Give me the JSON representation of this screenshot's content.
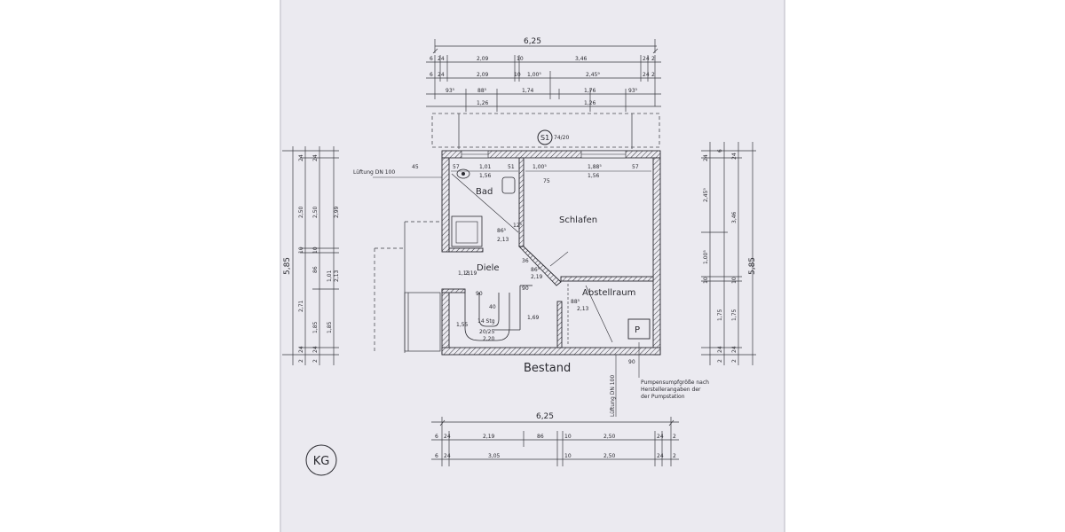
{
  "rooms": {
    "bad": "Bad",
    "schlafen": "Schlafen",
    "diele": "Diele",
    "abstellraum": "Abstellraum",
    "bestand": "Bestand"
  },
  "floor_label": "KG",
  "section_marker": {
    "label": "S1",
    "suffix": "74/20"
  },
  "pump_symbol": "P",
  "notes": {
    "lueftung_top": "Lüftung DN 100",
    "lueftung_bottom": "Lüftung DN 100",
    "pump_line1": "Pumpensumpfgröße nach",
    "pump_line2": "Herstellerangaben der",
    "pump_line3": "der Pumpstation"
  },
  "stair": {
    "count": "14 Stg",
    "ratio": "20/25",
    "length": "2,20"
  },
  "dims_top": {
    "total": "6,25",
    "row1": [
      "6",
      "24",
      "2,09",
      "10",
      "3,46",
      "24",
      "2"
    ],
    "row2": [
      "6",
      "24",
      "2,09",
      "10",
      "1,00⁵",
      "2,45⁹",
      "24",
      "2"
    ],
    "row3": [
      "93⁵",
      "88⁵",
      "1,74",
      "1,76",
      "93⁵"
    ],
    "row4": [
      "1,26",
      "1,26"
    ]
  },
  "dims_bottom": {
    "total": "6,25",
    "row1": [
      "6",
      "24",
      "2,19",
      "86",
      "10",
      "2,50",
      "24",
      "2"
    ],
    "row2": [
      "6",
      "24",
      "3,05",
      "10",
      "2,50",
      "24",
      "2"
    ]
  },
  "dims_left": {
    "total": "5,85",
    "col_outer": [
      "2",
      "24",
      "2,71",
      "10",
      "2,50",
      "24"
    ],
    "col_mid": [
      "2",
      "24",
      "1,85",
      "86",
      "10",
      "2,50",
      "24"
    ],
    "col_inner": [
      "1,85",
      "1,01",
      "2,13",
      "2,99"
    ]
  },
  "dims_right": {
    "total": "5,85",
    "col_outer": [
      "2",
      "24",
      "1,75",
      "10",
      "3,46",
      "24"
    ],
    "col_mid": [
      "2",
      "24",
      "1,75",
      "10",
      "1,00⁵",
      "2,45⁹",
      "24",
      "6"
    ]
  },
  "interior_dims": {
    "bad_w": "1,01",
    "bad_w2": "1,56",
    "bad_57": "57",
    "bad_51": "51",
    "schlafen_w": "1,00⁵",
    "schlafen_w2": "1,88⁵",
    "schlafen_w3": "1,56",
    "schlafen_57": "57",
    "d_75": "75",
    "d_45": "45",
    "d_86": "86⁵",
    "d_213": "2,13",
    "d_12": "12⁵",
    "d_86b": "86⁵",
    "d_219b": "2,19",
    "d_113": "1,13",
    "d_219": "2,19",
    "d_90a": "90",
    "d_90b": "90",
    "d_40": "40",
    "d_169": "1,69",
    "d_155": "1,55",
    "d_88": "88⁵",
    "d_213b": "2,13",
    "d_90c": "90",
    "d_36": "36"
  }
}
